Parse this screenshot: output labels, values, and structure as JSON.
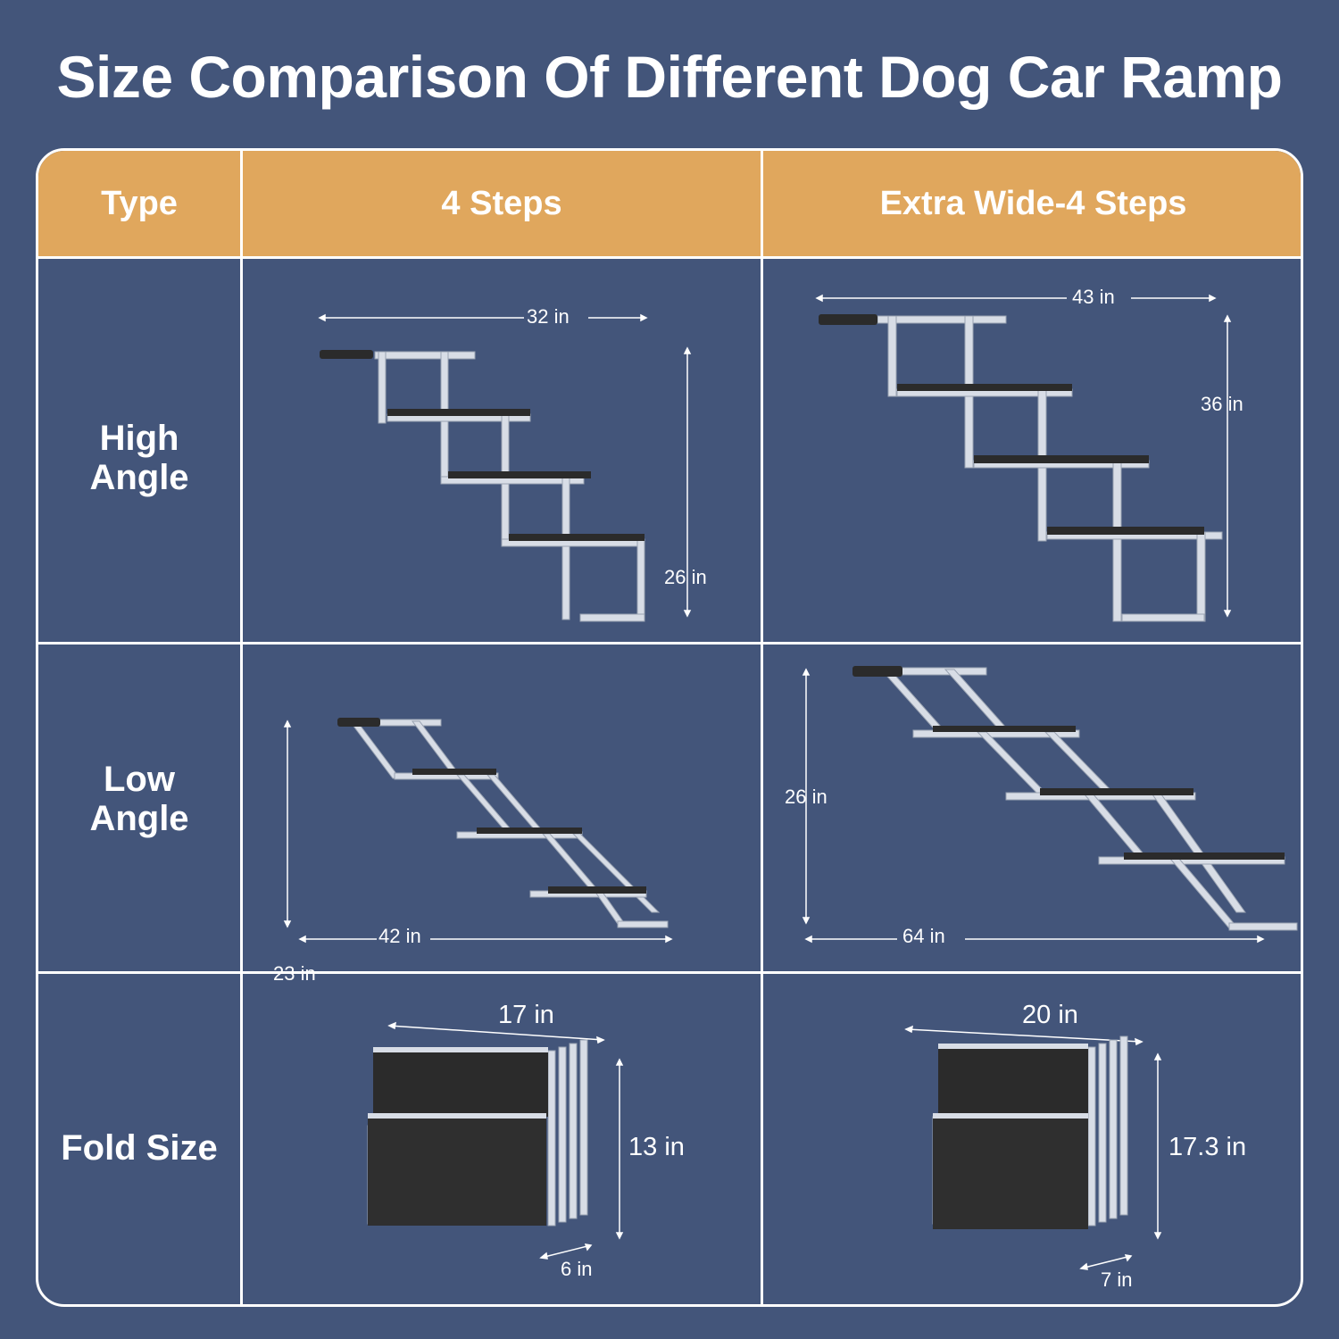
{
  "title": "Size Comparison Of Different Dog Car Ramp",
  "headers": {
    "type": "Type",
    "col1": "4 Steps",
    "col2": "Extra Wide-4 Steps"
  },
  "rows": {
    "high": "High Angle",
    "low": "Low Angle",
    "fold": "Fold Size"
  },
  "dimensions": {
    "high_4": {
      "width": "32 in",
      "height": "26 in"
    },
    "high_wide": {
      "width": "43 in",
      "height": "36 in"
    },
    "low_4": {
      "height": "23 in",
      "length": "42 in"
    },
    "low_wide": {
      "height": "26 in",
      "length": "64 in"
    },
    "fold_4": {
      "width": "17 in",
      "height": "13 in",
      "depth": "6 in"
    },
    "fold_wide": {
      "width": "20 in",
      "height": "17.3 in",
      "depth": "7 in"
    }
  },
  "colors": {
    "background": "#43557a",
    "header": "#e0a75d",
    "frame": "#d8dde6",
    "step": "#2b2b2b"
  }
}
